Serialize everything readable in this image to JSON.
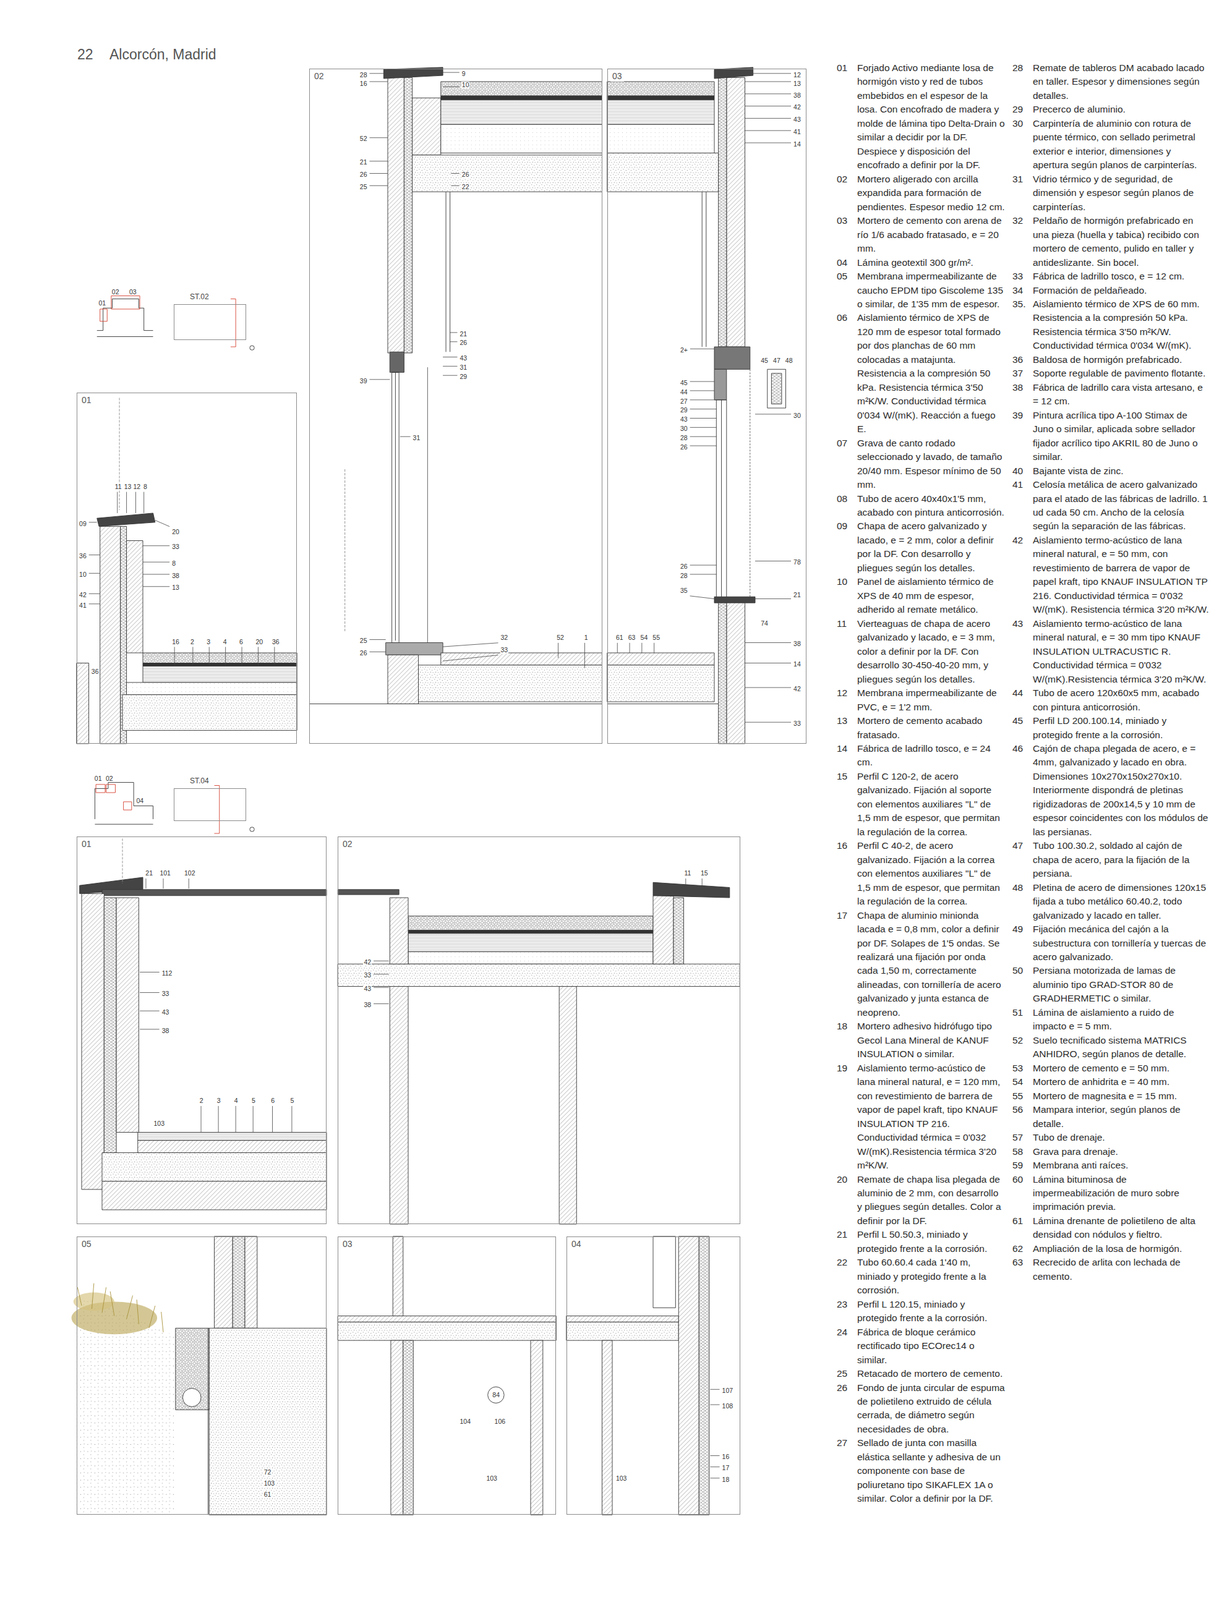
{
  "diagram": {
    "nodes": [
      {
        "text": [
          "02"
        ]
      },
      {
        "text": [
          "03"
        ]
      },
      {
        "text": [
          "ST.02"
        ]
      },
      {
        "text": [
          "01"
        ]
      },
      {
        "text": [
          "ST.04"
        ]
      },
      {
        "text": [
          "01"
        ]
      },
      {
        "text": [
          "02"
        ]
      },
      {
        "text": [
          "05"
        ]
      },
      {
        "text": [
          "03"
        ]
      },
      {
        "text": [
          "04"
        ]
      }
    ],
    "labels": [
      "22",
      "Alcorcón, Madrid",
      "01",
      "Forjado Activo mediante losa de hormigón visto y red de tubos embebidos en el espesor de la losa. Con encofrado de madera y molde de lámina tipo Delta-Drain o similar a decidir por la DF. Despiece y disposición del encofrado a definir por la DF.",
      "02",
      "Mortero aligerado con arcilla expandida para formación de pendientes. Espesor medio 12 cm.",
      "03",
      "Mortero de cemento con arena de río 1/6 acabado fratasado, e = 20 mm.",
      "04",
      "Lámina geotextil 300 gr/m².",
      "05",
      "Membrana impermeabilizante de caucho EPDM tipo Giscoleme 135 o similar, de 1'35 mm de espesor.",
      "06",
      "Aislamiento térmico de XPS de 120 mm de espesor total formado por dos planchas de 60 mm colocadas a matajunta. Resistencia a la compresión 50 kPa. Resistencia térmica 3'50 m²K/W. Conductividad térmica 0'034 W/(mK). Reacción a fuego E.",
      "07",
      "Grava de canto rodado seleccionado y lavado, de tamaño 20/40 mm. Espesor mínimo de 50 mm.",
      "08",
      "Tubo de acero 40x40x1'5 mm, acabado con pintura anticorrosión.",
      "09",
      "Chapa de acero galvanizado y lacado, e = 2 mm, color a definir por la DF. Con desarrollo y pliegues según los detalles.",
      "10",
      "Panel de aislamiento térmico de XPS de 40 mm de espesor, adherido al remate metálico.",
      "11",
      "Vierteaguas de chapa de acero galvanizado y lacado, e = 3 mm, color a definir por la DF. Con desarrollo 30-450-40-20 mm, y pliegues según los detalles.",
      "12",
      "Membrana impermeabilizante de PVC, e = 1'2 mm.",
      "13",
      "Mortero de cemento acabado fratasado.",
      "14",
      "Fábrica de ladrillo tosco, e = 24 cm.",
      "15",
      "Perfil C 120-2, de acero galvanizado. Fijación al soporte con elementos auxiliares \"L\" de 1,5 mm de espesor, que permitan la regulación de la correa.",
      "16",
      "Perfil C 40-2, de acero galvanizado. Fijación a la correa con elementos auxiliares \"L\" de 1,5 mm de espesor, que permitan la regulación de la correa.",
      "17",
      "Chapa de aluminio minionda lacada e = 0,8 mm, color a definir por DF. Solapes de 1'5 ondas. Se realizará una fijación por onda cada 1,50 m, correctamente alineadas, con tornillería de acero galvanizado y junta estanca de neopreno.",
      "18",
      "Mortero adhesivo hidrófugo tipo Gecol Lana Mineral de KANUF INSULATION o similar.",
      "19",
      "Aislamiento termo-acústico de lana mineral natural, e = 120 mm, con revestimiento de barrera de vapor de papel kraft, tipo KNAUF INSULATION TP 216. Conductividad térmica = 0'032 W/(mK).Resistencia térmica 3'20 m²K/W.",
      "20",
      "Remate de chapa lisa plegada de aluminio de 2 mm, con desarrollo y pliegues según detalles. Color a definir por la DF.",
      "21",
      "Perfil L 50.50.3, miniado y protegido frente a la corrosión.",
      "22",
      "Tubo 60.60.4 cada 1'40 m, miniado y protegido frente a la corrosión.",
      "23",
      "Perfil L 120.15, miniado y protegido frente a la corrosión.",
      "24",
      "Fábrica de bloque cerámico rectificado tipo ECOrec14 o similar.",
      "25",
      "Retacado de mortero de cemento.",
      "26",
      "Fondo de junta circular de espuma de polietileno extruido de célula cerrada, de diámetro según necesidades de obra.",
      "27",
      "Sellado de junta con masilla elástica sellante y adhesiva de un componente con base de poliuretano tipo SIKAFLEX 1A o similar. Color a definir por la DF.",
      "28",
      "Remate de tableros DM acabado lacado en taller. Espesor y dimensiones según detalles.",
      "29",
      "Precerco de aluminio.",
      "30",
      "Carpintería de aluminio con rotura de puente térmico, con sellado perimetral exterior e interior, dimensiones y apertura según planos de carpinterías.",
      "31",
      "Vidrio térmico y de seguridad, de dimensión y espesor según planos de carpinterías.",
      "32",
      "Peldaño de hormigón prefabricado en una pieza (huella y tabica) recibido con mortero de cemento, pulido en taller y antideslizante. Sin bocel.",
      "33",
      "Fábrica de ladrillo tosco, e = 12 cm.",
      "34",
      "Formación de peldañeado.",
      "35.",
      "Aislamiento térmico de XPS de 60 mm. Resistencia a la compresión 50 kPa. Resistencia térmica 3'50 m²K/W. Conductividad térmica 0'034 W/(mK).",
      "36",
      "Baldosa de hormigón prefabricado.",
      "37",
      "Soporte regulable de pavimento flotante.",
      "38",
      "Fábrica de ladrillo cara vista artesano, e = 12 cm.",
      "39",
      "Pintura acrílica tipo A-100 Stimax de Juno o similar, aplicada sobre sellador fijador acrílico tipo AKRIL 80 de Juno o similar.",
      "40",
      "Bajante vista de zinc.",
      "41",
      "Celosía metálica de acero galvanizado para el atado de las fábricas de ladrillo. 1 ud cada 50 cm. Ancho de la celosía según la separación de las fábricas.",
      "42",
      "Aislamiento termo-acústico de lana mineral natural, e = 50 mm, con revestimiento de barrera de vapor de papel kraft, tipo KNAUF INSULATION TP 216. Conductividad térmica = 0'032 W/(mK). Resistencia térmica 3'20 m²K/W.",
      "43",
      "Aislamiento termo-acústico de lana mineral natural, e = 30 mm tipo KNAUF INSULATION ULTRACUSTIC R. Conductividad térmica = 0'032 W/(mK).Resistencia térmica 3'20 m²K/W.",
      "44",
      "Tubo de acero 120x60x5 mm, acabado con pintura anticorrosión.",
      "45",
      "Perfil LD 200.100.14, miniado y protegido frente a la corrosión.",
      "46",
      "Cajón de chapa plegada de acero, e = 4mm, galvanizado y lacado en obra. Dimensiones 10x270x150x270x10. Interiormente dispondrá de pletinas rigidizadoras de 200x14,5 y 10 mm de espesor coincidentes con los módulos de las persianas.",
      "47",
      "Tubo 100.30.2, soldado al cajón de chapa de acero, para la fijación de la persiana.",
      "48",
      "Pletina de acero de dimensiones 120x15 fijada a tubo metálico 60.40.2, todo galvanizado y lacado en taller.",
      "49",
      "Fijación mecánica del cajón a la subestructura con tornillería y tuercas de acero galvanizado.",
      "50",
      "Persiana motorizada de lamas de aluminio tipo GRAD-STOR 80 de GRADHERMETIC o similar.",
      "51",
      "Lámina de aislamiento a ruido de impacto e = 5 mm.",
      "52",
      "Suelo tecnificado sistema MATRICS ANHIDRO, según planos de detalle.",
      "53",
      "Mortero de cemento e = 50 mm.",
      "54",
      "Mortero de anhidrita e = 40 mm.",
      "55",
      "Mortero de magnesita e = 15 mm.",
      "56",
      "Mampara interior, según planos de detalle.",
      "57",
      "Tubo de drenaje.",
      "58",
      "Grava para drenaje.",
      "59",
      "Membrana anti raíces.",
      "60",
      "Lámina bituminosa de impermeabilización de muro sobre imprimación previa.",
      "61",
      "Lámina drenante de polietileno de alta densidad con nódulos y fieltro.",
      "62",
      "Ampliación de la losa de hormigón.",
      "63",
      "Recrecido de arlita con lechada de cemento.",
      "01",
      "02",
      "03",
      "01",
      "02",
      "04",
      "28",
      "16",
      "9",
      "10",
      "52",
      "21",
      "26",
      "25",
      "26",
      "22",
      "21",
      "26",
      "43",
      "31",
      "29",
      "39",
      "31",
      "25",
      "26",
      "32",
      "33",
      "52",
      "1",
      "2+",
      "45",
      "44",
      "27",
      "29",
      "43",
      "30",
      "28",
      "26",
      "26",
      "28",
      "35",
      "12",
      "13",
      "38",
      "42",
      "43",
      "41",
      "14",
      "45",
      "47",
      "48",
      "30",
      "78",
      "21",
      "74",
      "38",
      "14",
      "42",
      "33",
      "61",
      "63",
      "54",
      "55",
      "11",
      "13",
      "12",
      "8",
      "09",
      "36",
      "10",
      "42",
      "41",
      "36",
      "20",
      "33",
      "8",
      "38",
      "13",
      "16",
      "2",
      "3",
      "4",
      "6",
      "20",
      "36",
      "21",
      "101",
      "102",
      "112",
      "33",
      "43",
      "38",
      "2",
      "3",
      "4",
      "5",
      "6",
      "5",
      "103",
      "11",
      "15",
      "42",
      "33",
      "43",
      "38",
      "72",
      "103",
      "61",
      "84",
      "104",
      "106",
      "103",
      "107",
      "108",
      "16",
      "17",
      "18",
      "103"
    ]
  }
}
